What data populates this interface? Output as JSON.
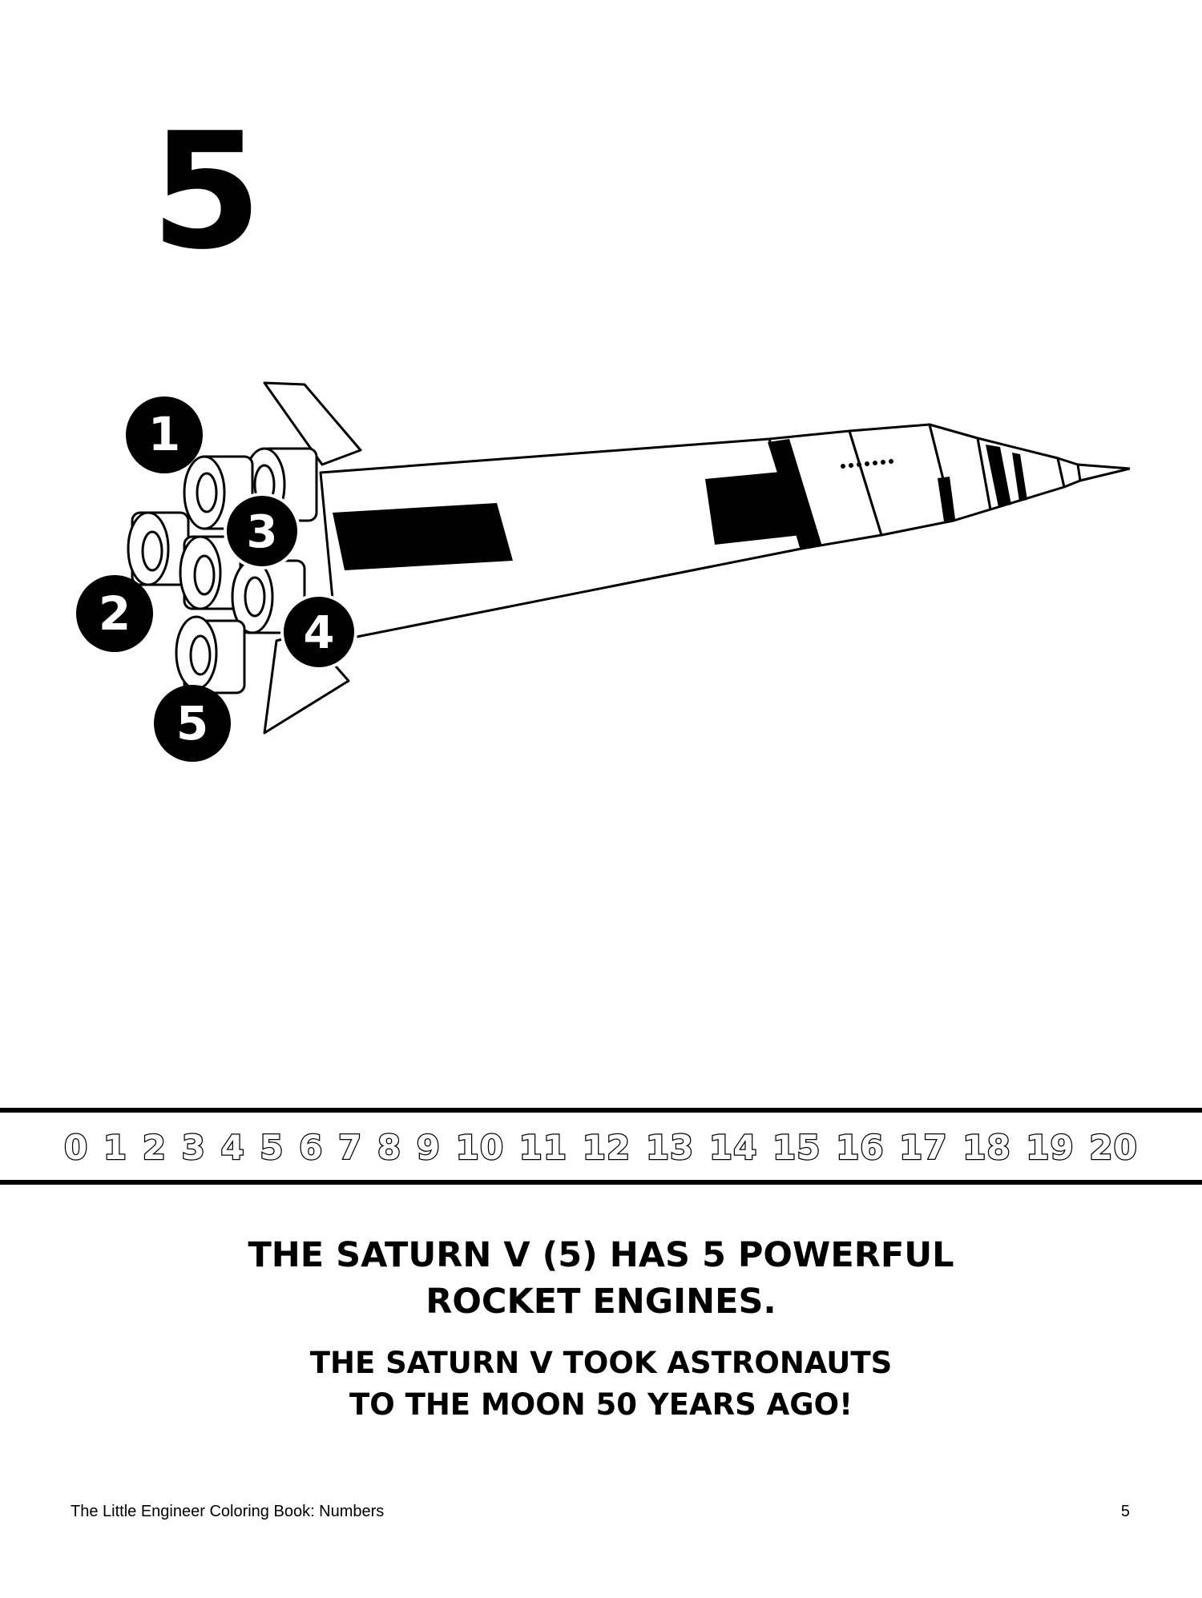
{
  "page": {
    "number": "5",
    "engine_labels": [
      "1",
      "2",
      "3",
      "4",
      "5"
    ],
    "number_line": [
      "0",
      "1",
      "2",
      "3",
      "4",
      "5",
      "6",
      "7",
      "8",
      "9",
      "10",
      "11",
      "12",
      "13",
      "14",
      "15",
      "16",
      "17",
      "18",
      "19",
      "20"
    ],
    "caption_main": [
      "THE SATURN V (5) HAS 5 POWERFUL",
      "ROCKET ENGINES."
    ],
    "caption_sub": [
      "THE SATURN V TOOK ASTRONAUTS",
      "TO THE MOON 50 YEARS AGO!"
    ],
    "footer_title": "The Little Engineer Coloring Book: Numbers",
    "footer_page": "5"
  }
}
